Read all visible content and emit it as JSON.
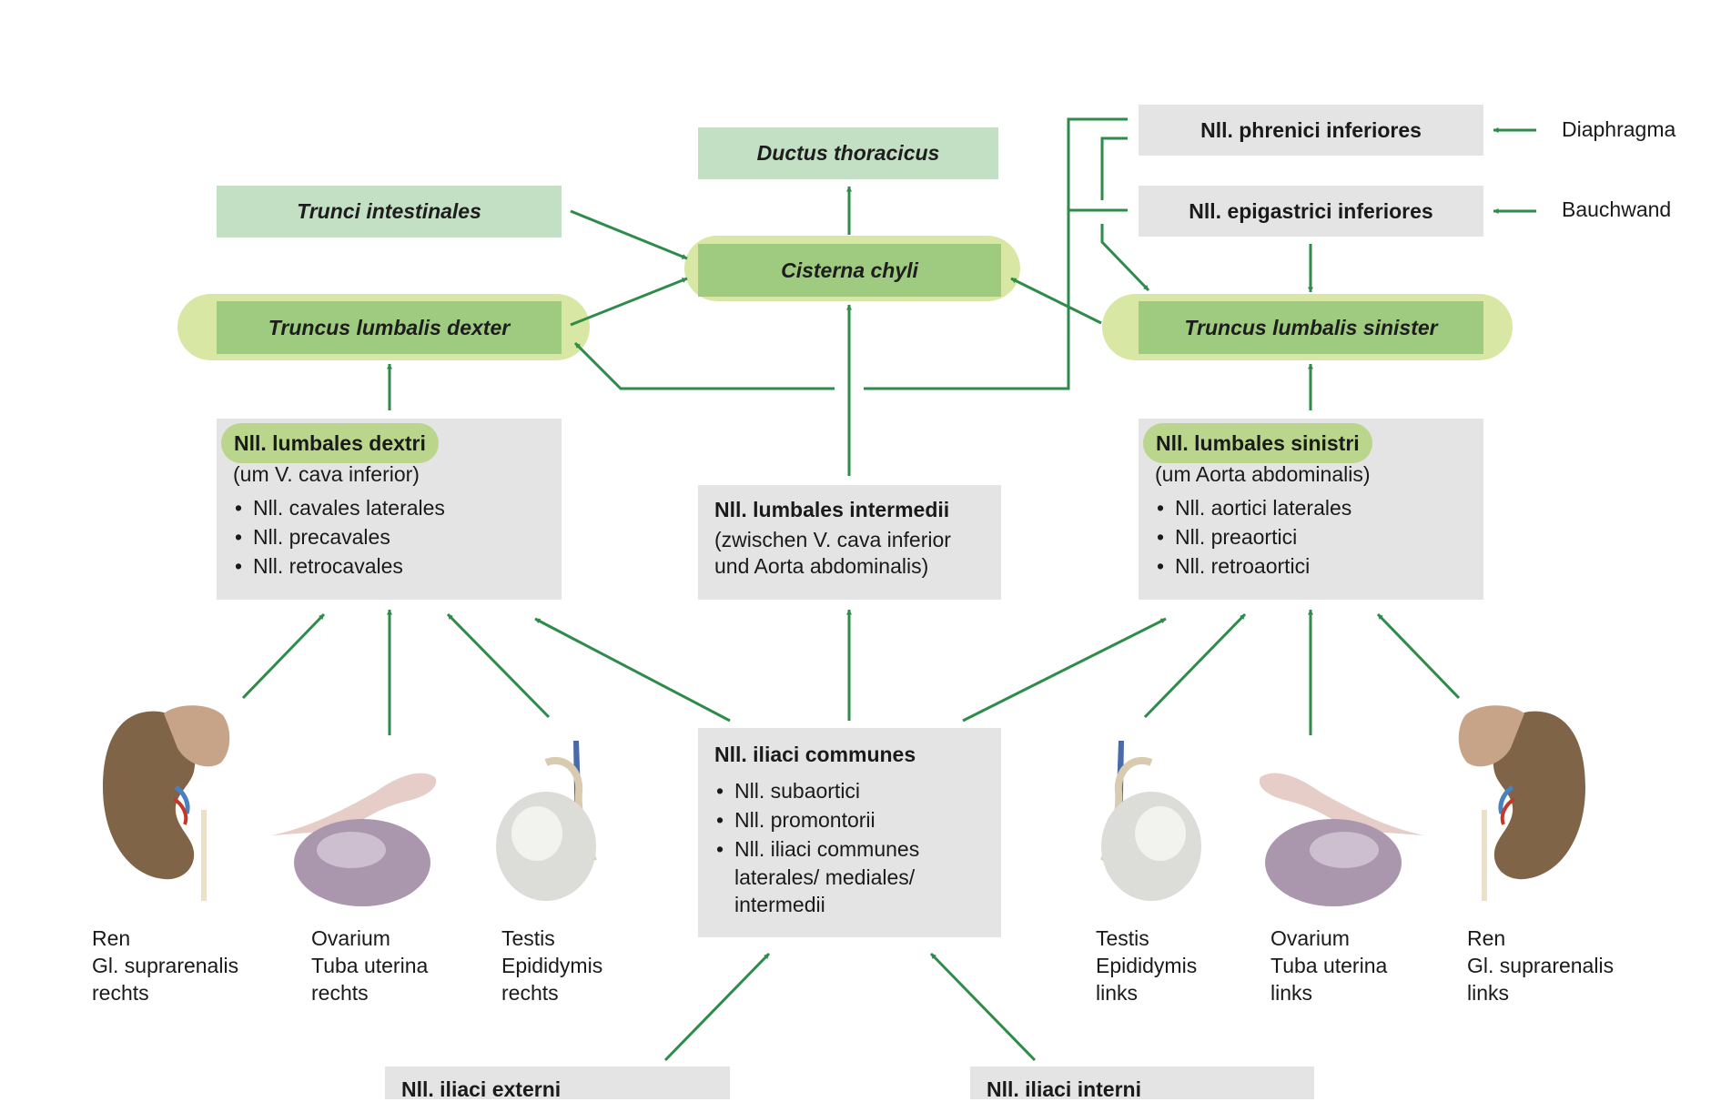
{
  "nodes": {
    "ductus_thoracicus": "Ductus thoracicus",
    "trunci_intestinales": "Trunci intestinales",
    "cisterna_chyli": "Cisterna chyli",
    "truncus_lumbalis_dexter": "Truncus lumbalis dexter",
    "truncus_lumbalis_sinister": "Truncus lumbalis sinister",
    "phrenici": "Nll. phrenici inferiores",
    "epigastrici": "Nll. epigastrici inferiores",
    "iliaci_externi": "Nll. iliaci externi",
    "iliaci_interni": "Nll. iliaci interni"
  },
  "side_labels": {
    "diaphragma": "Diaphragma",
    "bauchwand": "Bauchwand"
  },
  "lumbales_dextri": {
    "title": "Nll. lumbales dextri",
    "subtitle": "(um V. cava inferior)",
    "items": [
      "Nll. cavales laterales",
      "Nll. precavales",
      "Nll. retrocavales"
    ]
  },
  "lumbales_intermedii": {
    "title": "Nll. lumbales intermedii",
    "line1": "(zwischen V. cava inferior",
    "line2": "und Aorta abdominalis)"
  },
  "lumbales_sinistri": {
    "title": "Nll. lumbales sinistri",
    "subtitle": "(um Aorta abdominalis)",
    "items": [
      "Nll. aortici laterales",
      "Nll. preaortici",
      "Nll. retroaortici"
    ]
  },
  "iliaci_communes": {
    "title": "Nll. iliaci communes",
    "items": [
      "Nll. subaortici",
      "Nll. promontorii",
      "Nll. iliaci communes"
    ],
    "item3_line2": "laterales/ mediales/",
    "item3_line3": "intermedii"
  },
  "organs": [
    {
      "icon": "kidney-icon",
      "lines": [
        "Ren",
        "Gl. suprarenalis",
        "rechts"
      ]
    },
    {
      "icon": "ovary-icon",
      "lines": [
        "Ovarium",
        "Tuba uterina",
        "rechts"
      ]
    },
    {
      "icon": "testis-icon",
      "lines": [
        "Testis",
        "Epididymis",
        "rechts"
      ]
    },
    {
      "icon": "testis-icon",
      "lines": [
        "Testis",
        "Epididymis",
        "links"
      ]
    },
    {
      "icon": "ovary-icon",
      "lines": [
        "Ovarium",
        "Tuba uterina",
        "links"
      ]
    },
    {
      "icon": "kidney-icon",
      "lines": [
        "Ren",
        "Gl. suprarenalis",
        "links"
      ]
    }
  ],
  "colors": {
    "arrow": "#2e8b4a",
    "box_grey": "#e4e4e4",
    "box_lightgreen": "#c3dfc4",
    "box_midgreen": "#9fcb80",
    "pill": "#d8e8a4",
    "header_pill": "#b9d68c"
  }
}
